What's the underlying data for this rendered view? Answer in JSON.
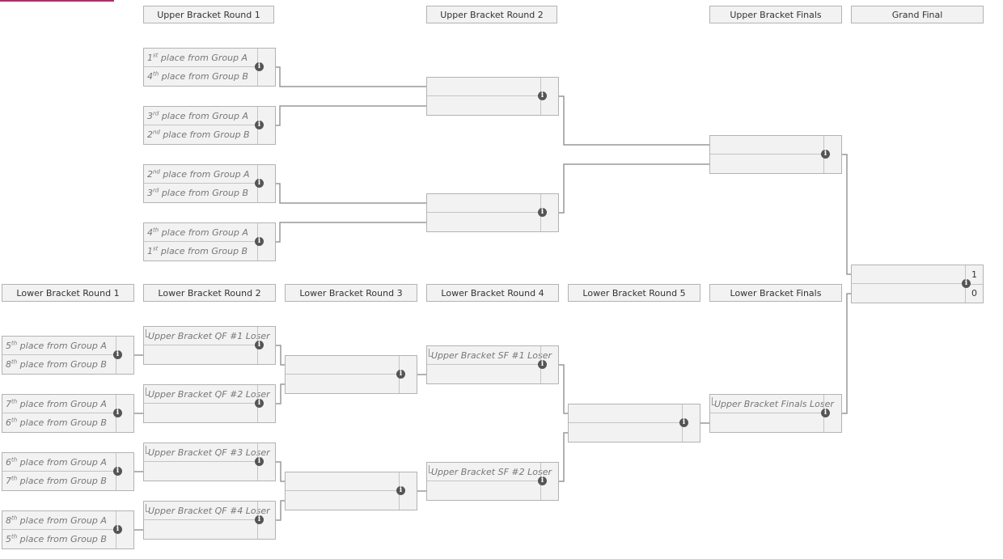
{
  "headers": {
    "ub_r1": "Upper Bracket Round 1",
    "ub_r2": "Upper Bracket Round 2",
    "ub_f": "Upper Bracket Finals",
    "gf": "Grand Final",
    "lb_r1": "Lower Bracket Round 1",
    "lb_r2": "Lower Bracket Round 2",
    "lb_r3": "Lower Bracket Round 3",
    "lb_r4": "Lower Bracket Round 4",
    "lb_r5": "Lower Bracket Round 5",
    "lb_f": "Lower Bracket Finals"
  },
  "slots": {
    "ub1": {
      "a_ord": "1",
      "a_sup": "st",
      "a_rest": " place from Group A",
      "b_ord": "4",
      "b_sup": "th",
      "b_rest": " place from Group B"
    },
    "ub2": {
      "a_ord": "3",
      "a_sup": "rd",
      "a_rest": " place from Group A",
      "b_ord": "2",
      "b_sup": "nd",
      "b_rest": " place from Group B"
    },
    "ub3": {
      "a_ord": "2",
      "a_sup": "nd",
      "a_rest": " place from Group A",
      "b_ord": "3",
      "b_sup": "rd",
      "b_rest": " place from Group B"
    },
    "ub4": {
      "a_ord": "4",
      "a_sup": "th",
      "a_rest": " place from Group A",
      "b_ord": "1",
      "b_sup": "st",
      "b_rest": " place from Group B"
    },
    "lb1": {
      "a_ord": "5",
      "a_sup": "th",
      "a_rest": " place from Group A",
      "b_ord": "8",
      "b_sup": "th",
      "b_rest": " place from Group B"
    },
    "lb2": {
      "a_ord": "7",
      "a_sup": "th",
      "a_rest": " place from Group A",
      "b_ord": "6",
      "b_sup": "th",
      "b_rest": " place from Group B"
    },
    "lb3": {
      "a_ord": "6",
      "a_sup": "th",
      "a_rest": " place from Group A",
      "b_ord": "7",
      "b_sup": "th",
      "b_rest": " place from Group B"
    },
    "lb4": {
      "a_ord": "8",
      "a_sup": "th",
      "a_rest": " place from Group A",
      "b_ord": "5",
      "b_sup": "th",
      "b_rest": " place from Group B"
    }
  },
  "losers": {
    "qf1": "Upper Bracket QF #1 Loser",
    "qf2": "Upper Bracket QF #2 Loser",
    "qf3": "Upper Bracket QF #3 Loser",
    "qf4": "Upper Bracket QF #4 Loser",
    "sf1": "Upper Bracket SF #1 Loser",
    "sf2": "Upper Bracket SF #2 Loser",
    "finals": "Upper Bracket Finals Loser"
  },
  "grand_final": {
    "score_top": "1",
    "score_bottom": "0"
  },
  "icons": {
    "info": "info-icon",
    "info_glyph": "i"
  },
  "colors": {
    "accent_tab": "#a8326b",
    "line": "#999999",
    "box_bg": "#f2f2f2",
    "border": "#b3b3b3"
  }
}
